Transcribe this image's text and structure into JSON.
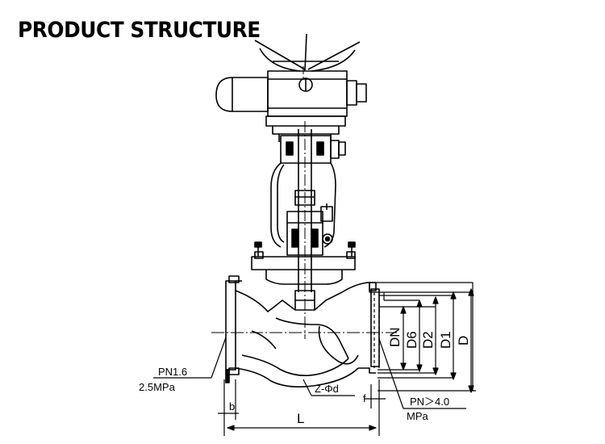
{
  "title": "PRODUCT STRUCTURE",
  "labels": {
    "dn": "DN",
    "d6": "D6",
    "d2": "D2",
    "d1": "D1",
    "d": "D",
    "pn_low": "PN1.6",
    "pn_low_unit": "2.5MPa",
    "bolt_holes": "Z-Φd",
    "f": "f",
    "pn_high": "PN＞4.0",
    "pn_high_unit": "MPa",
    "b": "b",
    "l": "L"
  }
}
